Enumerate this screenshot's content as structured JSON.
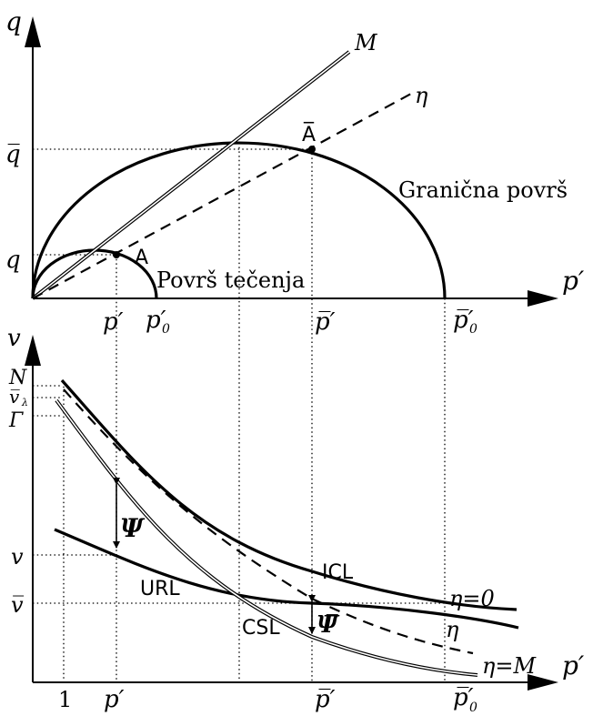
{
  "top": {
    "axis_y_label": "q",
    "axis_x_label": "p′",
    "line_m_label": "M",
    "line_eta_label": "η",
    "point_a_bar_label": "A̅",
    "point_a_label": "A",
    "boundary_surface_label": "Granična površ",
    "yield_surface_label": "Površ tečenja",
    "tick_q_bar": "q̅",
    "tick_q": "q",
    "tick_p": "p′",
    "tick_p0": "p′",
    "tick_p0_sub": "0",
    "tick_p_bar": "p̅′",
    "tick_p0_bar": "p̅′",
    "tick_p0_bar_sub": "0"
  },
  "bottom": {
    "axis_y_label": "v",
    "axis_x_label": "p′",
    "tick_n": "N",
    "tick_v_lambda": "v̅",
    "tick_v_lambda_sub": "λ",
    "tick_gamma": "Γ",
    "tick_v": "v",
    "tick_v_bar": "v̅",
    "tick_one": "1",
    "tick_p": "p′",
    "tick_p_bar": "p̅′",
    "tick_p0_bar": "p̅′",
    "tick_p0_bar_sub": "0",
    "psi_label": "Ψ",
    "psi_bar_label": "Ψ̅",
    "icl_label": "ICL",
    "url_label": "URL",
    "csl_label": "CSL",
    "eta_zero_label": "η=0",
    "eta_label": "η",
    "eta_m_label": "η=M"
  }
}
